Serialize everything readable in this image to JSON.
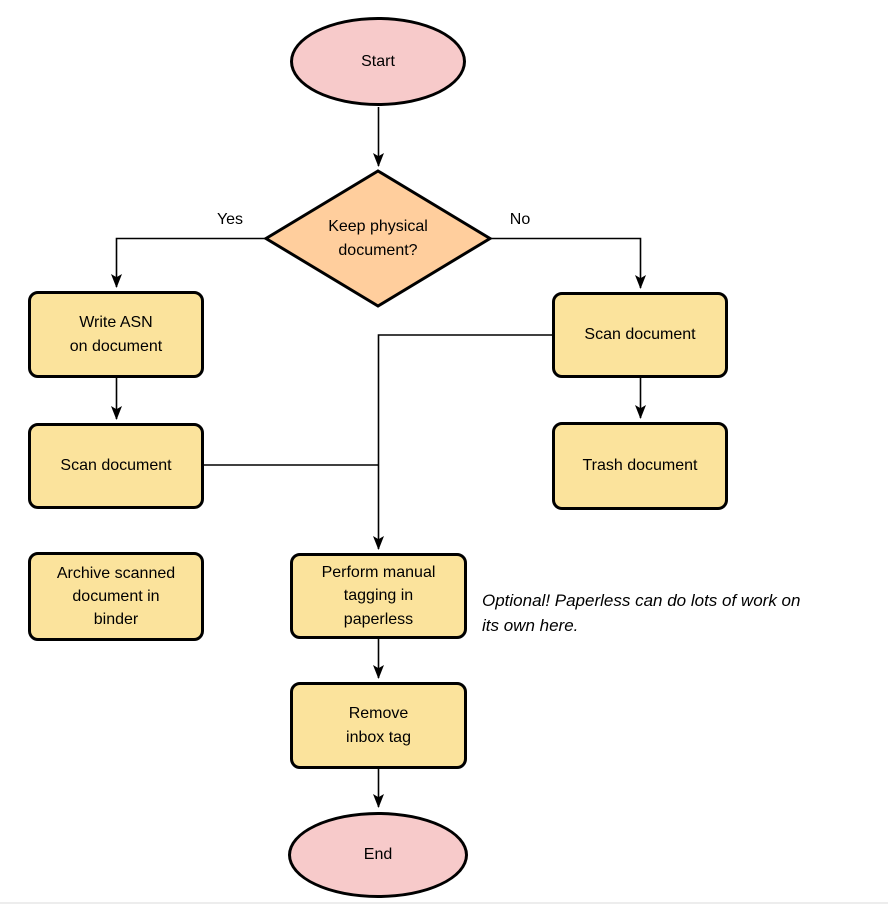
{
  "diagram": {
    "type": "flowchart",
    "background": "#ffffff",
    "colors": {
      "terminator_fill": "#f7caca",
      "decision_fill": "#ffce9d",
      "process_fill": "#fbe39c",
      "stroke": "#000000"
    },
    "nodes": {
      "start": {
        "label": "Start"
      },
      "decision": {
        "label": "Keep physical\ndocument?"
      },
      "write_asn": {
        "label": "Write ASN\non document"
      },
      "scan_left": {
        "label": "Scan document"
      },
      "archive": {
        "label": "Archive scanned\ndocument in\nbinder"
      },
      "scan_right": {
        "label": "Scan document"
      },
      "trash": {
        "label": "Trash document"
      },
      "perform_tagging": {
        "label": "Perform manual\ntagging in\npaperless"
      },
      "remove_inbox": {
        "label": "Remove\ninbox tag"
      },
      "end": {
        "label": "End"
      }
    },
    "edge_labels": {
      "yes": "Yes",
      "no": "No"
    },
    "annotation": "Optional! Paperless can do lots of work on\nits own here."
  }
}
